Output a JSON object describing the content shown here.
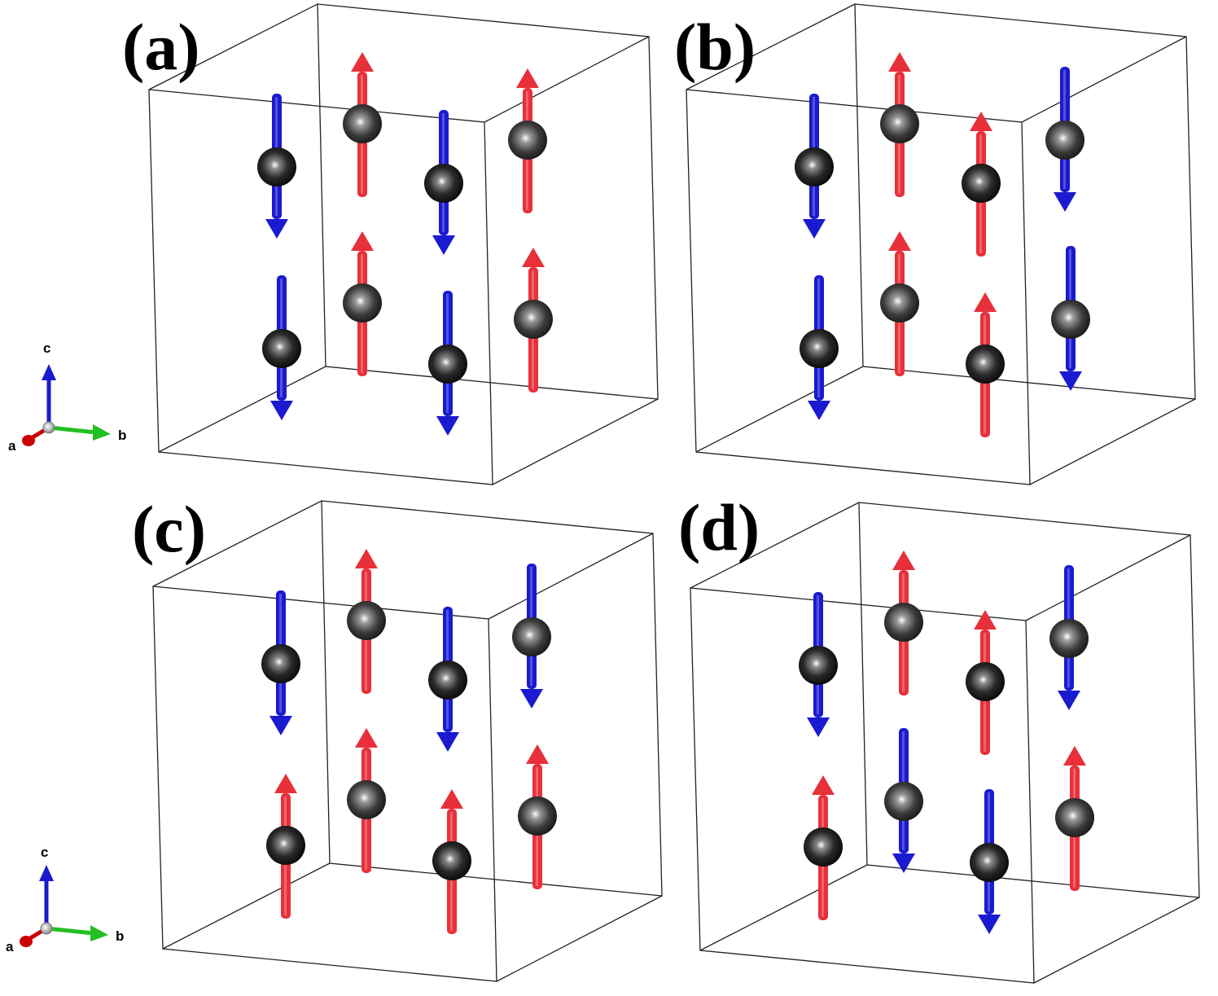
{
  "figure": {
    "panels": [
      {
        "label": "(a)",
        "spins": {
          "back": [
            "up",
            "up",
            "up",
            "up"
          ],
          "front": [
            "down",
            "down",
            "down",
            "down"
          ]
        }
      },
      {
        "label": "(b)",
        "spins": {
          "back": [
            "up",
            "up",
            "down",
            "down"
          ],
          "front": [
            "down",
            "down",
            "up",
            "up"
          ]
        }
      },
      {
        "label": "(c)",
        "spins": {
          "back": [
            "up",
            "up",
            "down",
            "up"
          ],
          "front": [
            "down",
            "up",
            "down",
            "up"
          ]
        }
      },
      {
        "label": "(d)",
        "spins": {
          "back": [
            "up",
            "down",
            "down",
            "up"
          ],
          "front": [
            "down",
            "up",
            "up",
            "down"
          ]
        }
      }
    ],
    "axes_legend": {
      "a": "a",
      "b": "b",
      "c": "c"
    },
    "colors": {
      "spin_up": "#e8303a",
      "spin_down": "#1a1ad0",
      "atom": "#151515",
      "axis_a": "#cc0000",
      "axis_b": "#22c022",
      "axis_c": "#1a1ad0",
      "cell_edge": "#222222"
    }
  }
}
